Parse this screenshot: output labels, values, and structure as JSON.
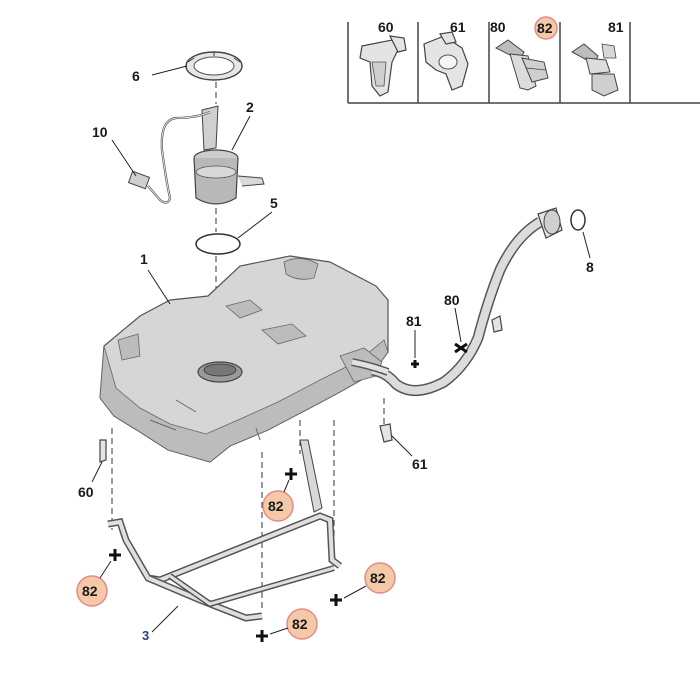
{
  "inset_table": {
    "headers": [
      "60",
      "61",
      "80",
      "82",
      "81"
    ],
    "highlight_header": "82"
  },
  "callouts": {
    "c6": "6",
    "c2": "2",
    "c10": "10",
    "c5": "5",
    "c1": "1",
    "c8": "8",
    "c80": "80",
    "c81": "81",
    "c61": "61",
    "c60": "60",
    "c3": "3"
  },
  "highlights": {
    "h1": "82",
    "h2": "82",
    "h3": "82",
    "h4": "82"
  },
  "colors": {
    "highlight_fill": "#f3c9a8",
    "highlight_ring": "#e58a8a",
    "label_blue": "#2a3f7a"
  }
}
